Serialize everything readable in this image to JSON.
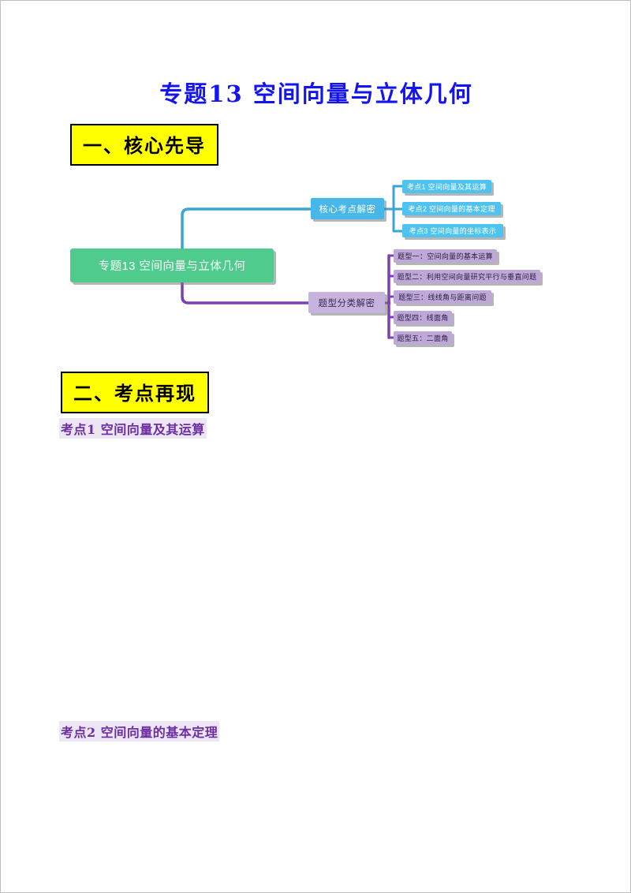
{
  "document": {
    "title": "专题13 空间向量与立体几何",
    "title_color": "#1414f0"
  },
  "sections": [
    {
      "label": "一、核心先导",
      "bg": "#ffff00"
    },
    {
      "label": "二、考点再现",
      "bg": "#ffff00"
    }
  ],
  "subheadings": [
    {
      "label": "考点1 空间向量及其运算",
      "color": "#6b2fa0"
    },
    {
      "label": "考点2 空间向量的基本定理",
      "color": "#6b2fa0"
    }
  ],
  "mindmap": {
    "root": {
      "label": "专题13 空间向量与立体几何",
      "color": "#4ecb8d"
    },
    "branches": [
      {
        "label": "核心考点解密",
        "color": "#47b7ea",
        "line_color": "#3aa3d8",
        "children": [
          "考点1 空间向量及其运算",
          "考点2 空间向量的基本定理",
          "考点3 空间向量的坐标表示"
        ]
      },
      {
        "label": "题型分类解密",
        "color": "#c6b4de",
        "line_color": "#7b3fb8",
        "children": [
          "题型一：空间向量的基本运算",
          "题型二：利用空间向量研究平行与垂直问题",
          "题型三：线线角与距离问题",
          "题型四：线面角",
          "题型五：二面角"
        ]
      }
    ]
  }
}
